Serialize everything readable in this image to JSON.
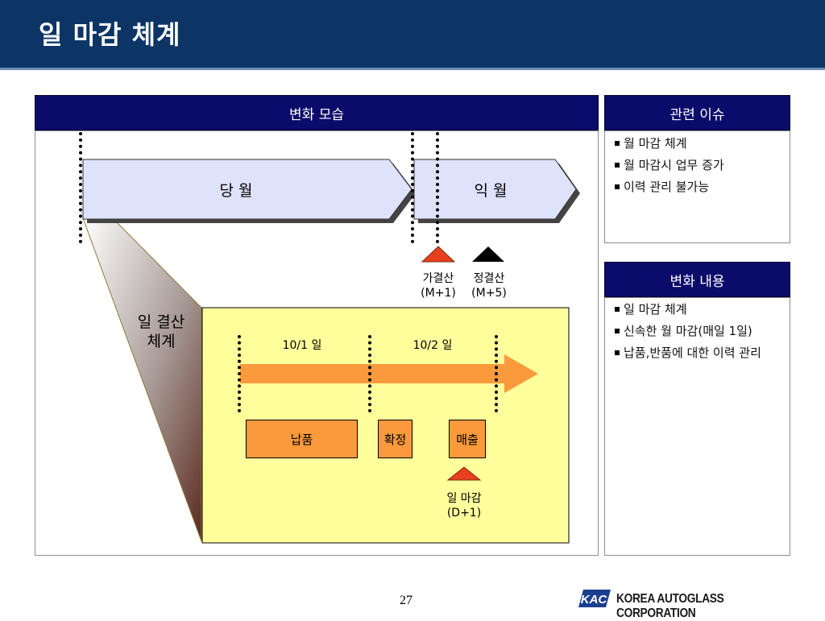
{
  "slide": {
    "title": "일 마감 체계",
    "page_number": "27"
  },
  "left_panel": {
    "header": "변화 모습",
    "month_current": "당 월",
    "month_next": "익 월",
    "provisional_settlement": "가결산",
    "provisional_settlement_timing": "(M+1)",
    "final_settlement": "정결산",
    "final_settlement_timing": "(M+5)",
    "daily_system_label_line1": "일 결산",
    "daily_system_label_line2": "체계",
    "day1": "10/1 일",
    "day2": "10/2 일",
    "step_delivery": "납품",
    "step_confirm": "확정",
    "step_sales": "매출",
    "daily_close": "일 마감",
    "daily_close_timing": "(D+1)"
  },
  "issues_panel": {
    "header": "관련 이슈",
    "items": [
      "월 마감 체계",
      "월 마감시 업무 증가",
      "이력 관리 불가능"
    ]
  },
  "changes_panel": {
    "header": "변화 내용",
    "items": [
      "일 마감 체계",
      "신속한 월 마감(매일 1일)",
      "납품,반품에 대한 이력 관리"
    ]
  },
  "footer": {
    "logo_text": "KAC",
    "company": "KOREA AUTOGLASS CORPORATION"
  },
  "colors": {
    "title_bar": "#0c3566",
    "panel_header": "#0b0b6b",
    "month_arrow_fill": "#dfe2fb",
    "detail_box_fill": "#ffff9c",
    "orange": "#fb9a3c",
    "provisional_marker": "#e8401e",
    "final_marker": "#000000"
  }
}
